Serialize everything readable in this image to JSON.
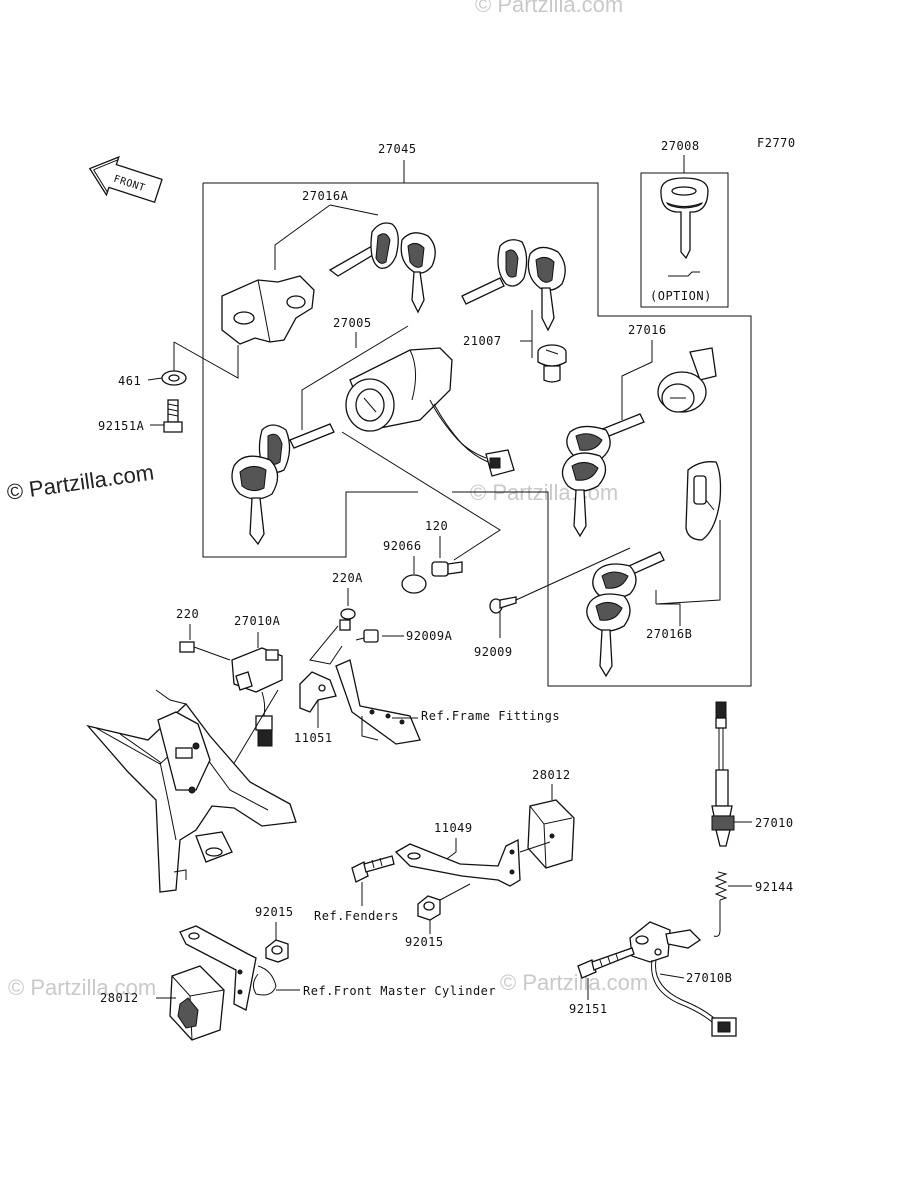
{
  "figure_code": "F2770",
  "front_arrow_label": "FRONT",
  "watermarks": {
    "main": "© Partzilla.com",
    "faint": "© Partzilla.com"
  },
  "labels": {
    "p27045": "27045",
    "p27008": "27008",
    "option": "(OPTION)",
    "p27016A": "27016A",
    "p461": "461",
    "p92151A": "92151A",
    "p27005": "27005",
    "p21007": "21007",
    "p27016": "27016",
    "p120": "120",
    "p92066": "92066",
    "p220A": "220A",
    "p220": "220",
    "p27010A": "27010A",
    "p92009A": "92009A",
    "p92009": "92009",
    "p27016B": "27016B",
    "ref_frame": "Ref.Frame Fittings",
    "p11051": "11051",
    "p28012_right": "28012",
    "p11049": "11049",
    "p27010": "27010",
    "ref_fenders": "Ref.Fenders",
    "p92144": "92144",
    "p92015_top": "92015",
    "p92015_mid": "92015",
    "p28012_left": "28012",
    "ref_front_master": "Ref.Front Master Cylinder",
    "p27010B": "27010B",
    "p92151": "92151"
  }
}
